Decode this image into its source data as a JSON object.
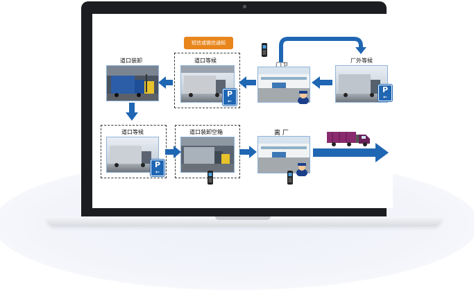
{
  "notice_label": "短信或微信通知",
  "nodes": {
    "dock_unload": "道口装卸",
    "dock_wait_top": "道口等候",
    "gate": "门卫",
    "outside_wait": "厂外等候",
    "dock_wait_bottom": "道口等候",
    "dock_empty": "道口装卸空箱",
    "leave": "离 厂"
  },
  "parking_letter": "P",
  "colors": {
    "arrow": "#1f66b3",
    "notice": "#e8851b",
    "laptop": "#1c1d21"
  }
}
